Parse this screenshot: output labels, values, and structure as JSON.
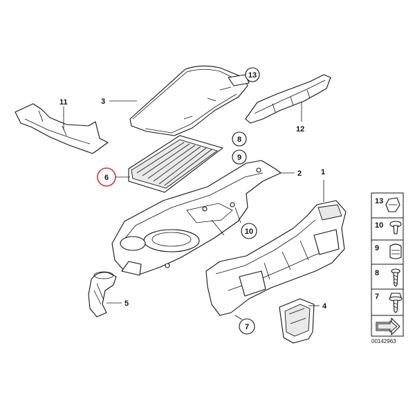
{
  "callouts": {
    "c1": "1",
    "c2": "2",
    "c3": "3",
    "c4": "4",
    "c5": "5",
    "c6": "6",
    "c7": "7",
    "c8": "8",
    "c9": "9",
    "c10": "10",
    "c11": "11",
    "c12": "12",
    "c13": "13"
  },
  "legend": {
    "items": [
      "13",
      "10",
      "9",
      "8",
      "7"
    ]
  },
  "document_id": "00142963",
  "colors": {
    "line": "#111111",
    "highlight_ring": "#d32f2f",
    "shade": "#e9e9e9"
  }
}
